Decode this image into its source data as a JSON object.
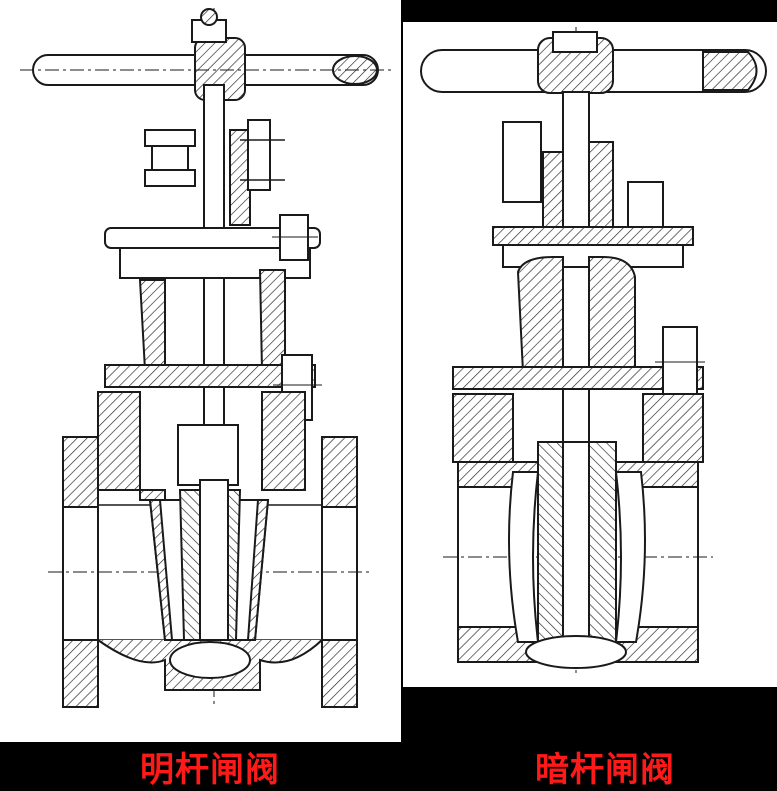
{
  "diagrams": {
    "left": {
      "caption": "明杆闸阀",
      "type": "rising-stem-gate-valve"
    },
    "right": {
      "caption": "暗杆闸阀",
      "type": "non-rising-stem-gate-valve"
    }
  },
  "colors": {
    "line": "#1a1a1a",
    "hatch": "#333333",
    "caption": "#ff1a1a",
    "background": "#000000",
    "paper": "#ffffff"
  }
}
